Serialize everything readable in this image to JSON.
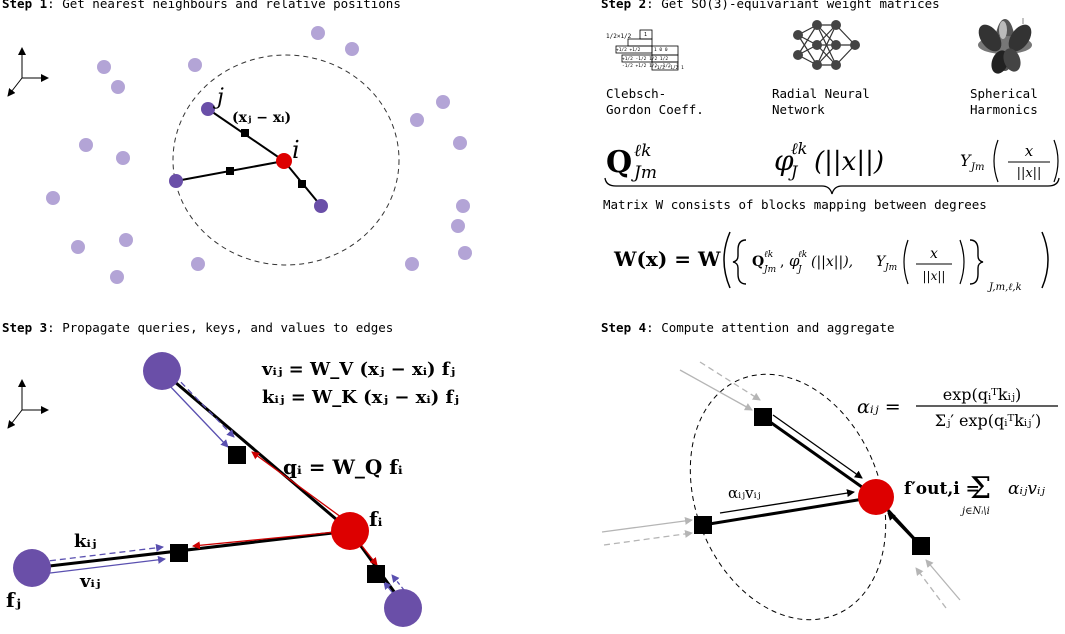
{
  "step1": {
    "label": "Step 1",
    "title": ": Get nearest neighbours and relative positions",
    "j_label": "j",
    "i_label": "i",
    "rel_pos": "(xⱼ − xᵢ)"
  },
  "step2": {
    "label": "Step 2",
    "title": ": Get SO(3)-equivariant weight matrices",
    "cg_line1": "Clebsch-",
    "cg_line2": "Gordon Coeff.",
    "nn_line1": "Radial Neural",
    "nn_line2": "Network",
    "sh_line1": "Spherical",
    "sh_line2": "Harmonics",
    "cg_symbol": "Q",
    "cg_sup": "ℓk",
    "cg_sub": "Jm",
    "nn_symbol": "φ",
    "nn_sup": "ℓk",
    "nn_sub": "J",
    "nn_arg": "(||x||)",
    "sh_symbol": "Y",
    "sh_sub": "Jm",
    "sh_num": "x",
    "sh_den": "||x||",
    "caption": "Matrix W consists of blocks mapping between degrees",
    "w_formula_lhs": "W(x) = W",
    "w_formula_sub": "J,m,ℓ,k",
    "cg_table": [
      "1/2×1/2",
      "1",
      "+1/2 +1/2",
      "1  0  0",
      "+1/2 -1/2 1/2 1/2",
      "-1/2 +1/2 1/2 -1/2 -1",
      "-1/2 -1/2 1"
    ]
  },
  "step3": {
    "label": "Step 3",
    "title": ": Propagate queries, keys, and values to edges",
    "v_eq": "vᵢⱼ = W_V (xⱼ − xᵢ) fⱼ",
    "k_eq": "kᵢⱼ = W_K (xⱼ − xᵢ) fⱼ",
    "q_eq": "qᵢ = W_Q fᵢ",
    "fi_label": "fᵢ",
    "fj_label": "fⱼ",
    "kij_label": "kᵢⱼ",
    "vij_label": "vᵢⱼ"
  },
  "step4": {
    "label": "Step 4",
    "title": ": Compute attention and aggregate",
    "alpha_lhs": "αᵢⱼ =",
    "alpha_num": "exp(qᵢᵀkᵢⱼ)",
    "alpha_den": "Σⱼ′ exp(qᵢᵀkᵢⱼ′)",
    "fout_lhs": "f′out,i =",
    "fout_sum": "Σ",
    "fout_sum_sub": "j∈Nᵢ\\i",
    "fout_rhs": "αᵢⱼvᵢⱼ",
    "edge_label": "αᵢⱼvᵢⱼ"
  },
  "colors": {
    "neighbour": "#b3a4d6",
    "node_purple": "#6a4fa8",
    "node_red": "#dd0000",
    "arrow_blue": "#5a50b0",
    "arrow_red": "#cc0000",
    "arrow_gray": "#b5b5b5"
  }
}
